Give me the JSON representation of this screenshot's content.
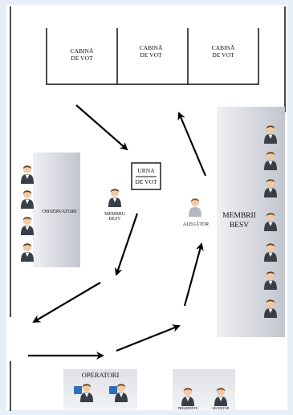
{
  "booths": [
    {
      "line1": "CABINĂ",
      "line2": "DE VOT"
    },
    {
      "line1": "CABINĂ",
      "line2": "DE VOT"
    },
    {
      "line1": "CABINĂ",
      "line2": "DE VOT"
    }
  ],
  "ballot_box": {
    "line1": "URNA",
    "line2": "DE VOT"
  },
  "observers_label": "OBSERVATORI",
  "member_label": {
    "line1": "MEMBRU",
    "line2": "BESV"
  },
  "voter_label": "ALEGĂTOR",
  "members_label": {
    "line1": "MEMBRII",
    "line2": "BESV"
  },
  "operators_label": "OPERATORI",
  "president_label": "PREȘEDINTE",
  "secretary_label": "SECRETAR",
  "colors": {
    "panel": "#c9cbd3",
    "panel_light": "#eceef2",
    "arrow": "#000000",
    "background": "#e6eef7"
  }
}
